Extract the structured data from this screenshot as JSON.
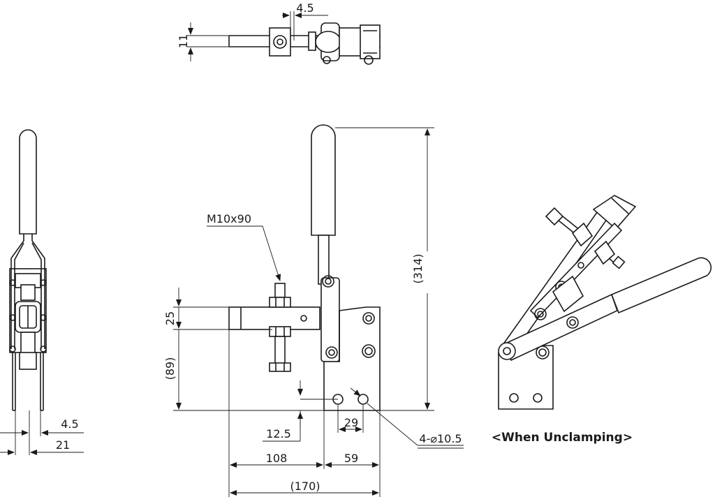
{
  "drawing": {
    "caption": "<When Unclamping>",
    "bolt_label": "M10x90",
    "holes_label": "4-⌀10.5",
    "dimensions": {
      "top_width": "4.5",
      "top_height": "11",
      "left_gap": "4.5",
      "left_width": "21",
      "upper_height": "25",
      "lower_height": "(89)",
      "total_height": "(314)",
      "hole_offset": "12.5",
      "hole_pitch": "29",
      "reach": "108",
      "base_width": "59",
      "overall_length": "(170)"
    }
  }
}
